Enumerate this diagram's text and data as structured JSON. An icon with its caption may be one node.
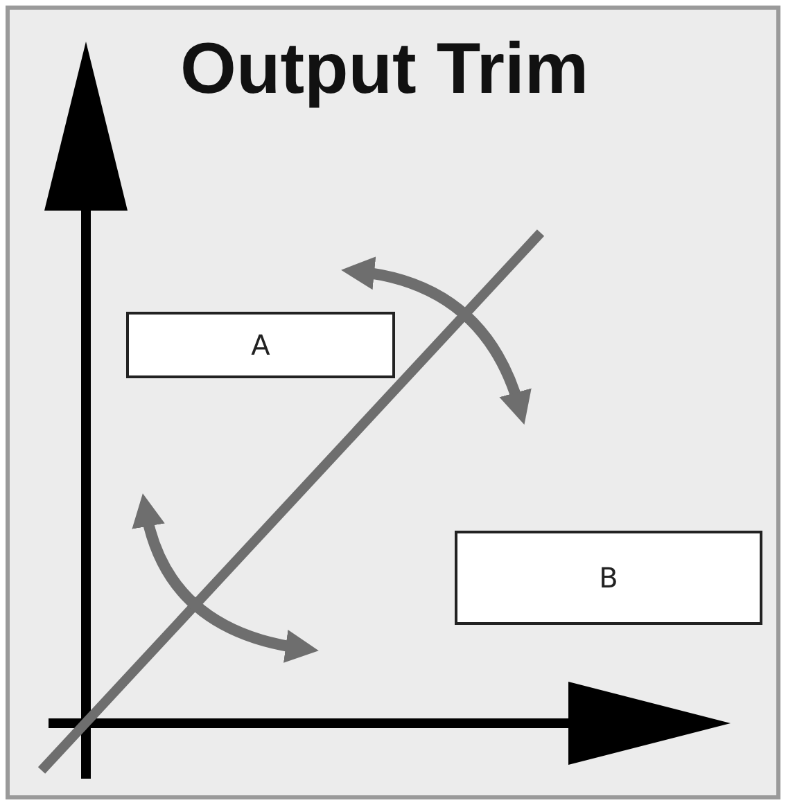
{
  "diagram": {
    "title": "Output Trim",
    "nodes": [
      {
        "text": [
          "A"
        ]
      },
      {
        "text": [
          "B"
        ]
      }
    ]
  }
}
